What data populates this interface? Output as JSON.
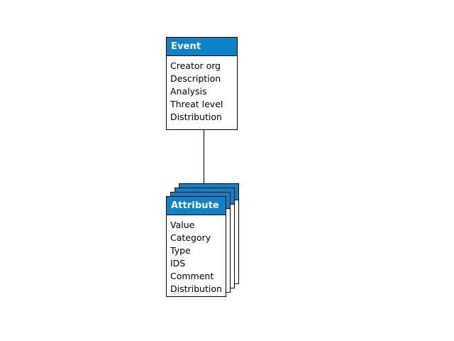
{
  "diagram": {
    "type": "entity-relationship",
    "background_color": "#ffffff",
    "accent_color": "#0c82c8",
    "border_color": "#000000",
    "text_color": "#000000",
    "header_text_color": "#ffffff",
    "entities": [
      {
        "id": "event",
        "title": "Event",
        "multiplicity": "one",
        "stack_layers": 1,
        "attributes": [
          "Creator org",
          "Description",
          "Analysis",
          "Threat level",
          "Distribution"
        ]
      },
      {
        "id": "attribute",
        "title": "Attribute",
        "multiplicity": "many",
        "stack_layers": 4,
        "attributes": [
          "Value",
          "Category",
          "Type",
          "IDS",
          "Comment",
          "Distribution"
        ]
      }
    ],
    "connections": [
      {
        "id": "event-to-attribute",
        "from": "event",
        "to": "attribute",
        "style": "solid-line",
        "orientation": "vertical",
        "label": ""
      }
    ]
  }
}
